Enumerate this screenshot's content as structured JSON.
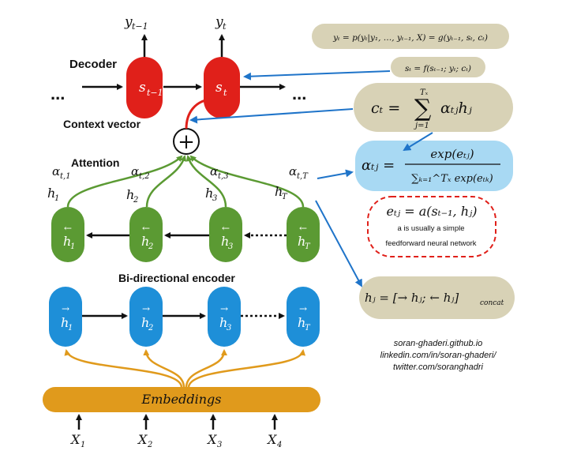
{
  "diagram": {
    "colors": {
      "decoder": "#e0201a",
      "encoder_backward": "#5b9a33",
      "encoder_forward": "#1e8fd8",
      "embeddings": "#e09a1c",
      "formula_box": "#d8d2b6",
      "attention_box": "#a8d9f3",
      "arrow_blue": "#1f74c9",
      "dashed_red": "#e0201a"
    },
    "labels": {
      "decoder": "Decoder",
      "context_vector": "Context vector",
      "attention": "Attention",
      "encoder": "Bi-directional encoder",
      "embeddings": "Embeddings",
      "ellipsis": "..."
    },
    "decoder_nodes": [
      {
        "state": "s",
        "sub": "t−1",
        "output": "y",
        "output_sub": "t−1"
      },
      {
        "state": "s",
        "sub": "t",
        "output": "y",
        "output_sub": "t"
      }
    ],
    "plus": "+",
    "alphas": [
      {
        "a": "α",
        "sub": "t,1"
      },
      {
        "a": "α",
        "sub": "t,2"
      },
      {
        "a": "α",
        "sub": "t,3"
      },
      {
        "a": "α",
        "sub": "t,T"
      }
    ],
    "hidden": [
      {
        "h": "h",
        "sub": "1"
      },
      {
        "h": "h",
        "sub": "2"
      },
      {
        "h": "h",
        "sub": "3"
      },
      {
        "h": "h",
        "sub": "T"
      }
    ],
    "backward_nodes": [
      {
        "arrow": "←",
        "h": "h",
        "sub": "1"
      },
      {
        "arrow": "←",
        "h": "h",
        "sub": "2"
      },
      {
        "arrow": "←",
        "h": "h",
        "sub": "3"
      },
      {
        "arrow": "←",
        "h": "h",
        "sub": "T"
      }
    ],
    "forward_nodes": [
      {
        "arrow": "→",
        "h": "h",
        "sub": "1"
      },
      {
        "arrow": "→",
        "h": "h",
        "sub": "2"
      },
      {
        "arrow": "→",
        "h": "h",
        "sub": "3"
      },
      {
        "arrow": "→",
        "h": "h",
        "sub": "T"
      }
    ],
    "inputs": [
      {
        "x": "X",
        "sub": "1"
      },
      {
        "x": "X",
        "sub": "2"
      },
      {
        "x": "X",
        "sub": "3"
      },
      {
        "x": "X",
        "sub": "4"
      }
    ],
    "formulas": {
      "output": "yₜ = p(yₜ|y₁, …, yₜ₋₁, X) = g(yₜ₋₁, sₜ, cₜ)",
      "state": "sₜ = f(sₜ₋₁; yₜ; cₜ)",
      "context_lhs": "cₜ =",
      "context_sum": "∑",
      "context_top": "Tₓ",
      "context_bottom": "j=1",
      "context_term": "αₜⱼhⱼ",
      "alpha_lhs": "αₜⱼ =",
      "alpha_num": "exp(eₜⱼ)",
      "alpha_den": "∑ₖ₌₁^Tₓ exp(eₜₖ)",
      "energy": "eₜⱼ = a(sₜ₋₁, hⱼ)",
      "energy_note_1": "a is usually a simple",
      "energy_note_2": "feedforward neural network",
      "concat": "hⱼ = [→ hⱼ; ← hⱼ]",
      "concat_sub": "concat"
    },
    "credits": [
      "soran-ghaderi.github.io",
      "linkedin.com/in/soran-ghaderi/",
      "twitter.com/soranghadri"
    ]
  }
}
